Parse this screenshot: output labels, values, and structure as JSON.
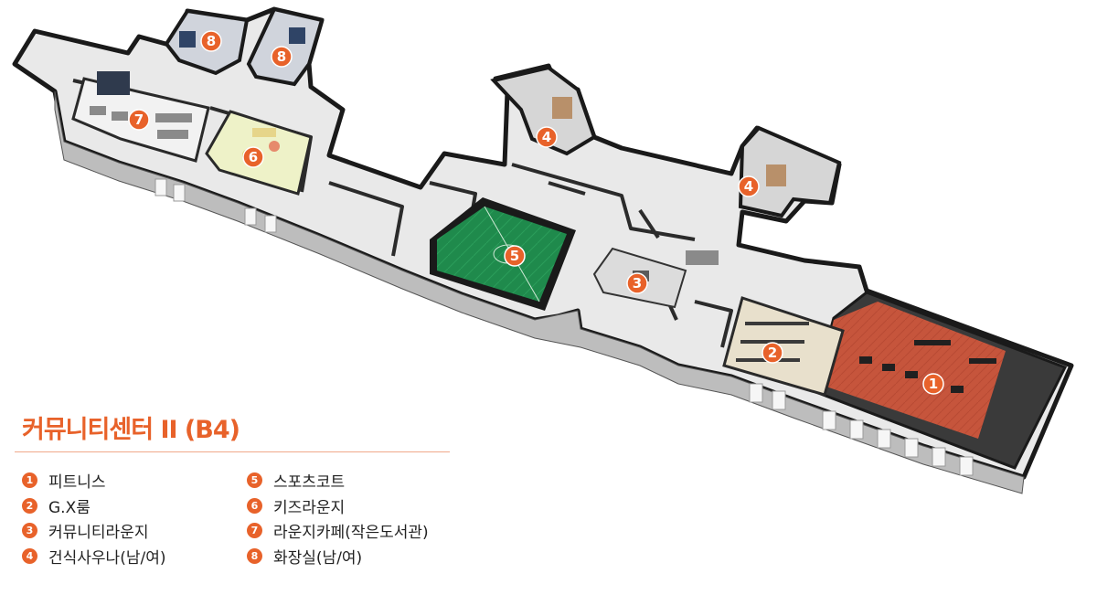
{
  "legend": {
    "title": "커뮤니티센터 II (B4)",
    "items": [
      {
        "num": "1",
        "label": "피트니스"
      },
      {
        "num": "2",
        "label": "G.X룸"
      },
      {
        "num": "3",
        "label": "커뮤니티라운지"
      },
      {
        "num": "4",
        "label": "건식사우나(남/여)"
      },
      {
        "num": "5",
        "label": "스포츠코트"
      },
      {
        "num": "6",
        "label": "키즈라운지"
      },
      {
        "num": "7",
        "label": "라운지카페(작은도서관)"
      },
      {
        "num": "8",
        "label": "화장실(남/여)"
      }
    ]
  },
  "map": {
    "accent_color": "#e8622a",
    "markers": [
      {
        "id": "1",
        "room": "fitness"
      },
      {
        "id": "2",
        "room": "gx-room"
      },
      {
        "id": "3",
        "room": "community-lounge"
      },
      {
        "id": "4",
        "room": "sauna-a"
      },
      {
        "id": "4",
        "room": "sauna-b"
      },
      {
        "id": "5",
        "room": "sports-court"
      },
      {
        "id": "6",
        "room": "kids-lounge"
      },
      {
        "id": "7",
        "room": "lounge-cafe"
      },
      {
        "id": "8",
        "room": "restroom-a"
      },
      {
        "id": "8",
        "room": "restroom-b"
      }
    ]
  }
}
